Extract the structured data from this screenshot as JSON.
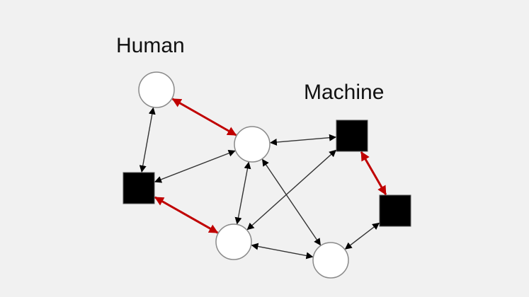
{
  "labels": {
    "human": "Human",
    "machine": "Machine"
  },
  "colors": {
    "background": "#f1f1f1",
    "human_node_fill": "#ffffff",
    "human_node_stroke": "#8a8a8a",
    "machine_node_fill": "#000000",
    "edge_default": "#333333",
    "edge_highlight": "#c00000"
  },
  "nodes": [
    {
      "id": "h1",
      "type": "human",
      "shape": "circle"
    },
    {
      "id": "h2",
      "type": "human",
      "shape": "circle"
    },
    {
      "id": "h3",
      "type": "human",
      "shape": "circle"
    },
    {
      "id": "h4",
      "type": "human",
      "shape": "circle"
    },
    {
      "id": "m1",
      "type": "machine",
      "shape": "square"
    },
    {
      "id": "m2",
      "type": "machine",
      "shape": "square"
    },
    {
      "id": "m3",
      "type": "machine",
      "shape": "square"
    }
  ],
  "edges": [
    {
      "from": "h1",
      "to": "h2",
      "direction": "both",
      "style": "highlight"
    },
    {
      "from": "h1",
      "to": "m1",
      "direction": "both",
      "style": "default"
    },
    {
      "from": "h2",
      "to": "m1",
      "direction": "both",
      "style": "default"
    },
    {
      "from": "h2",
      "to": "m2",
      "direction": "both",
      "style": "default"
    },
    {
      "from": "h2",
      "to": "h3",
      "direction": "both",
      "style": "default"
    },
    {
      "from": "h2",
      "to": "h4",
      "direction": "both",
      "style": "default"
    },
    {
      "from": "m2",
      "to": "h3",
      "direction": "both",
      "style": "default"
    },
    {
      "from": "m1",
      "to": "h3",
      "direction": "both",
      "style": "highlight"
    },
    {
      "from": "h3",
      "to": "h4",
      "direction": "both",
      "style": "default"
    },
    {
      "from": "h4",
      "to": "m3",
      "direction": "both",
      "style": "default"
    },
    {
      "from": "m2",
      "to": "m3",
      "direction": "both",
      "style": "highlight"
    }
  ]
}
